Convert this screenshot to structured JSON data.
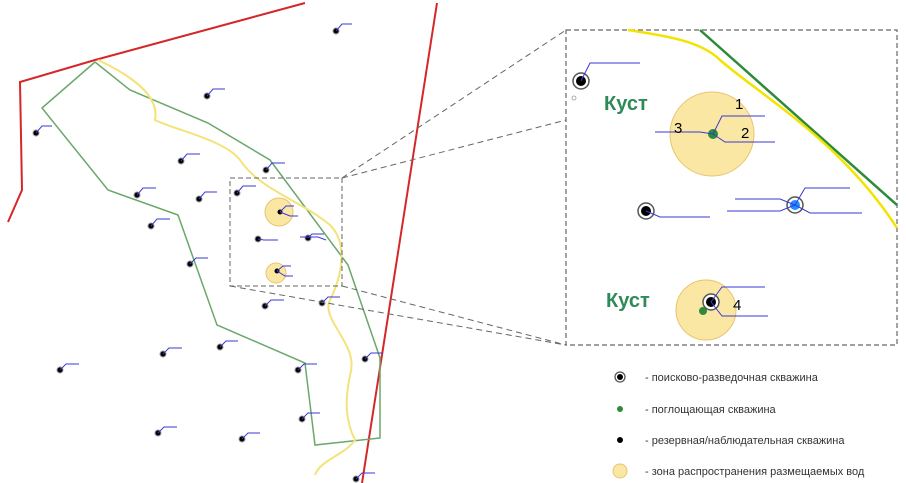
{
  "inset": {
    "cluster_label_1": "Куст",
    "cluster_label_2": "Куст",
    "well_numbers": [
      "1",
      "2",
      "3",
      "4"
    ]
  },
  "legend": [
    {
      "key": "exploration",
      "label": "- поисково-разведочная скважина"
    },
    {
      "key": "injection",
      "label": "- поглощающая скважина"
    },
    {
      "key": "reserve",
      "label": "- резервная/наблюдательная скважина"
    },
    {
      "key": "zone",
      "label": "- зона распространения размещаемых вод"
    }
  ],
  "colors": {
    "boundary_red": "#d62728",
    "contour_green": "#6aa86a",
    "contour_yellow": "#f3e37a",
    "zone_fill": "#fbe7a4",
    "well_line": "#3a3ad6",
    "injection_green": "#2e8b3a",
    "kust_green": "#2e8b57"
  }
}
